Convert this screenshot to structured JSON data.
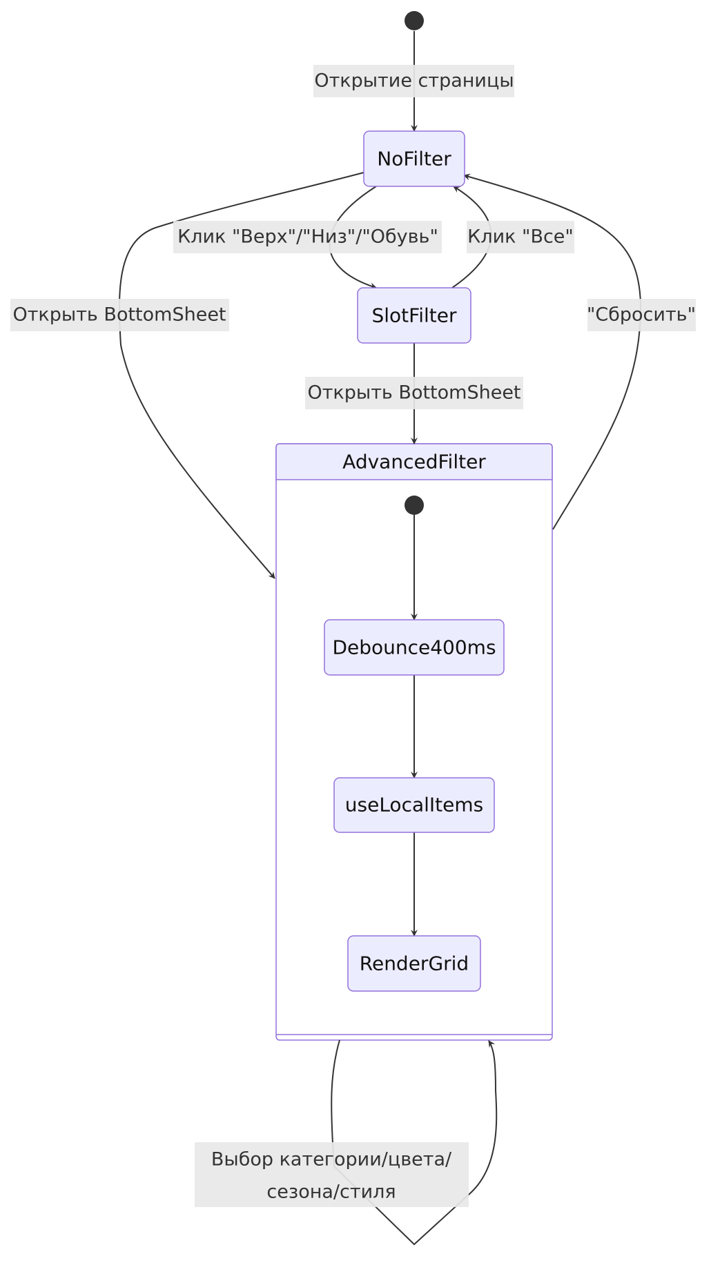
{
  "states": {
    "no_filter": "NoFilter",
    "slot_filter": "SlotFilter",
    "advanced_filter": "AdvancedFilter",
    "debounce": "Debounce400ms",
    "use_local_items": "useLocalItems",
    "render_grid": "RenderGrid"
  },
  "transitions": {
    "open_page": "Открытие страницы",
    "click_slot": "Клик \"Верх\"/\"Низ\"/\"Обувь\"",
    "click_all": "Клик \"Все\"",
    "open_sheet_left": "Открыть BottomSheet",
    "open_sheet_center": "Открыть BottomSheet",
    "reset": "\"Сбросить\"",
    "select_line1": "Выбор категории/цвета/",
    "select_line2": "сезона/стиля"
  },
  "colors": {
    "node_fill": "#ececff",
    "node_stroke": "#9370db",
    "edge": "#333333",
    "label_bg": "#e8e8e8"
  }
}
